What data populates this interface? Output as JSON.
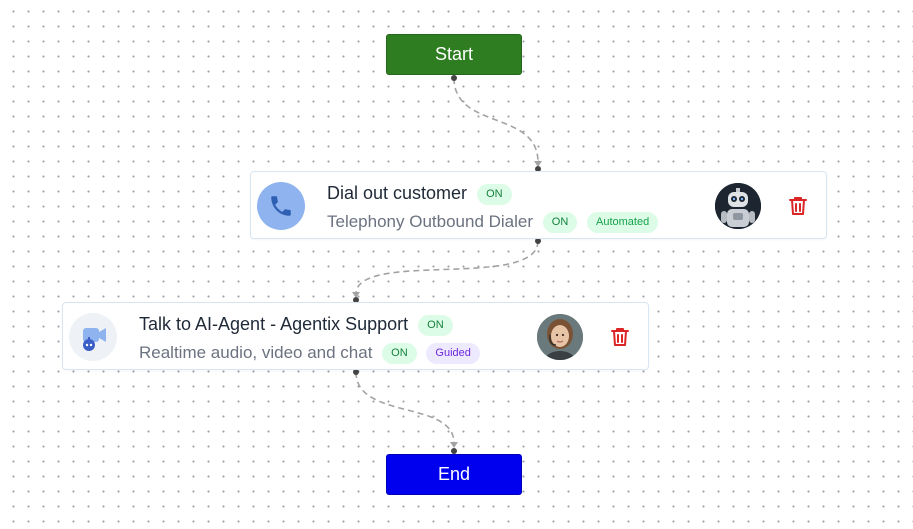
{
  "flow": {
    "start": {
      "label": "Start",
      "color": "#2f7d21"
    },
    "end": {
      "label": "End",
      "color": "#0000ee"
    },
    "nodes": [
      {
        "title": "Dial out customer",
        "title_badge": "ON",
        "subtitle": "Telephony Outbound Dialer",
        "subtitle_badge": "ON",
        "mode_badge": "Automated",
        "icon": "phone-icon",
        "avatar": "robot-avatar",
        "action_icon": "trash-icon"
      },
      {
        "title": "Talk to AI-Agent - Agentix Support",
        "title_badge": "ON",
        "subtitle": "Realtime audio, video and chat",
        "subtitle_badge": "ON",
        "mode_badge": "Guided",
        "icon": "video-bot-icon",
        "avatar": "agent-avatar",
        "action_icon": "trash-icon"
      }
    ]
  },
  "colors": {
    "delete": "#dc2626",
    "badge_on_bg": "#dcfce7",
    "badge_guided_bg": "#ede9fe",
    "edge": "#a3a3a3"
  }
}
